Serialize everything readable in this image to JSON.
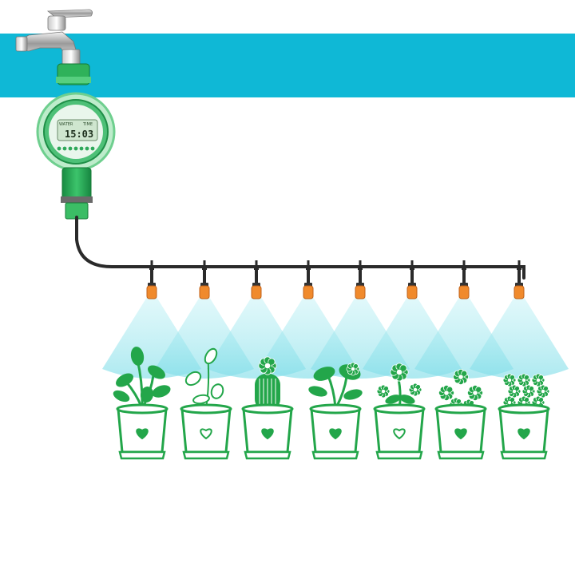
{
  "colors": {
    "banner": "#0fb8d6",
    "pipe": "#2a2a2a",
    "nozzle": "#f08a2c",
    "plant": "#23a64a",
    "controller_ring": "#7fd89b",
    "controller_body": "#1f9d4f",
    "lcd": "#cfe6cf",
    "spray": "#8fe3ec"
  },
  "timer": {
    "lcd_label_left": "WATER",
    "lcd_label_right": "TIME",
    "lcd_time": "15:03"
  },
  "pots": [
    {
      "plant": "leafy-plant",
      "pot_icon": "heart-solid-icon"
    },
    {
      "plant": "seedling-outline",
      "pot_icon": "heart-outline-icon"
    },
    {
      "plant": "cactus",
      "pot_icon": "heart-solid-icon"
    },
    {
      "plant": "broad-leaf-plant",
      "pot_icon": "heart-solid-icon"
    },
    {
      "plant": "flowering-plant",
      "pot_icon": "heart-outline-icon"
    },
    {
      "plant": "flower-bush",
      "pot_icon": "heart-solid-icon"
    },
    {
      "plant": "dense-flower-bush",
      "pot_icon": "heart-solid-icon"
    }
  ]
}
